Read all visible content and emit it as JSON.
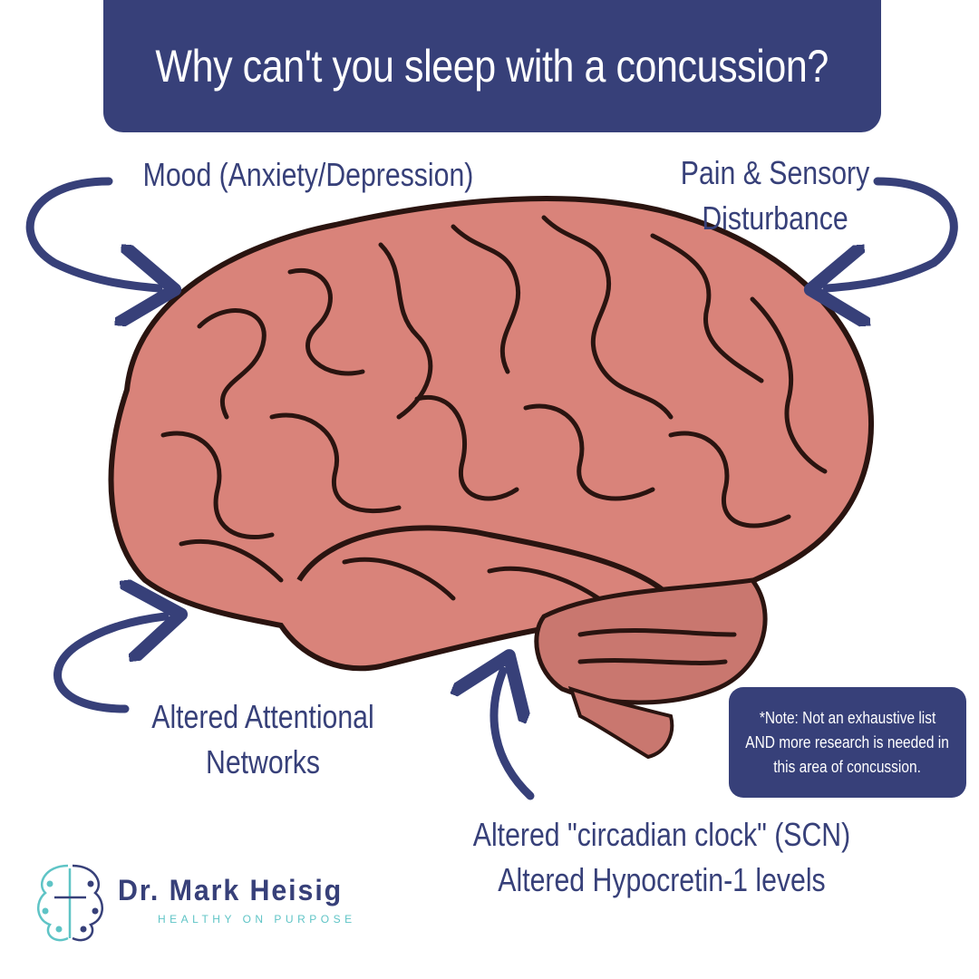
{
  "title": "Why can't you sleep with a concussion?",
  "labels": {
    "mood": "Mood (Anxiety/Depression)",
    "pain_line1": "Pain & Sensory",
    "pain_line2": "Disturbance",
    "attention_line1": "Altered Attentional",
    "attention_line2": "Networks",
    "circadian_line1": "Altered \"circadian clock\" (SCN)",
    "circadian_line2": "Altered Hypocretin-1 levels"
  },
  "note": {
    "line1": "*Note: Not an exhaustive list",
    "line2": "AND more research is needed in",
    "line3": "this area of concussion."
  },
  "logo": {
    "name": "Dr. Mark Heisig",
    "tagline": "HEALTHY ON PURPOSE"
  },
  "colors": {
    "accent": "#374079",
    "brain": "#d9837a",
    "brain_outline": "#2a1410",
    "logo_teal": "#5fc4c6"
  }
}
